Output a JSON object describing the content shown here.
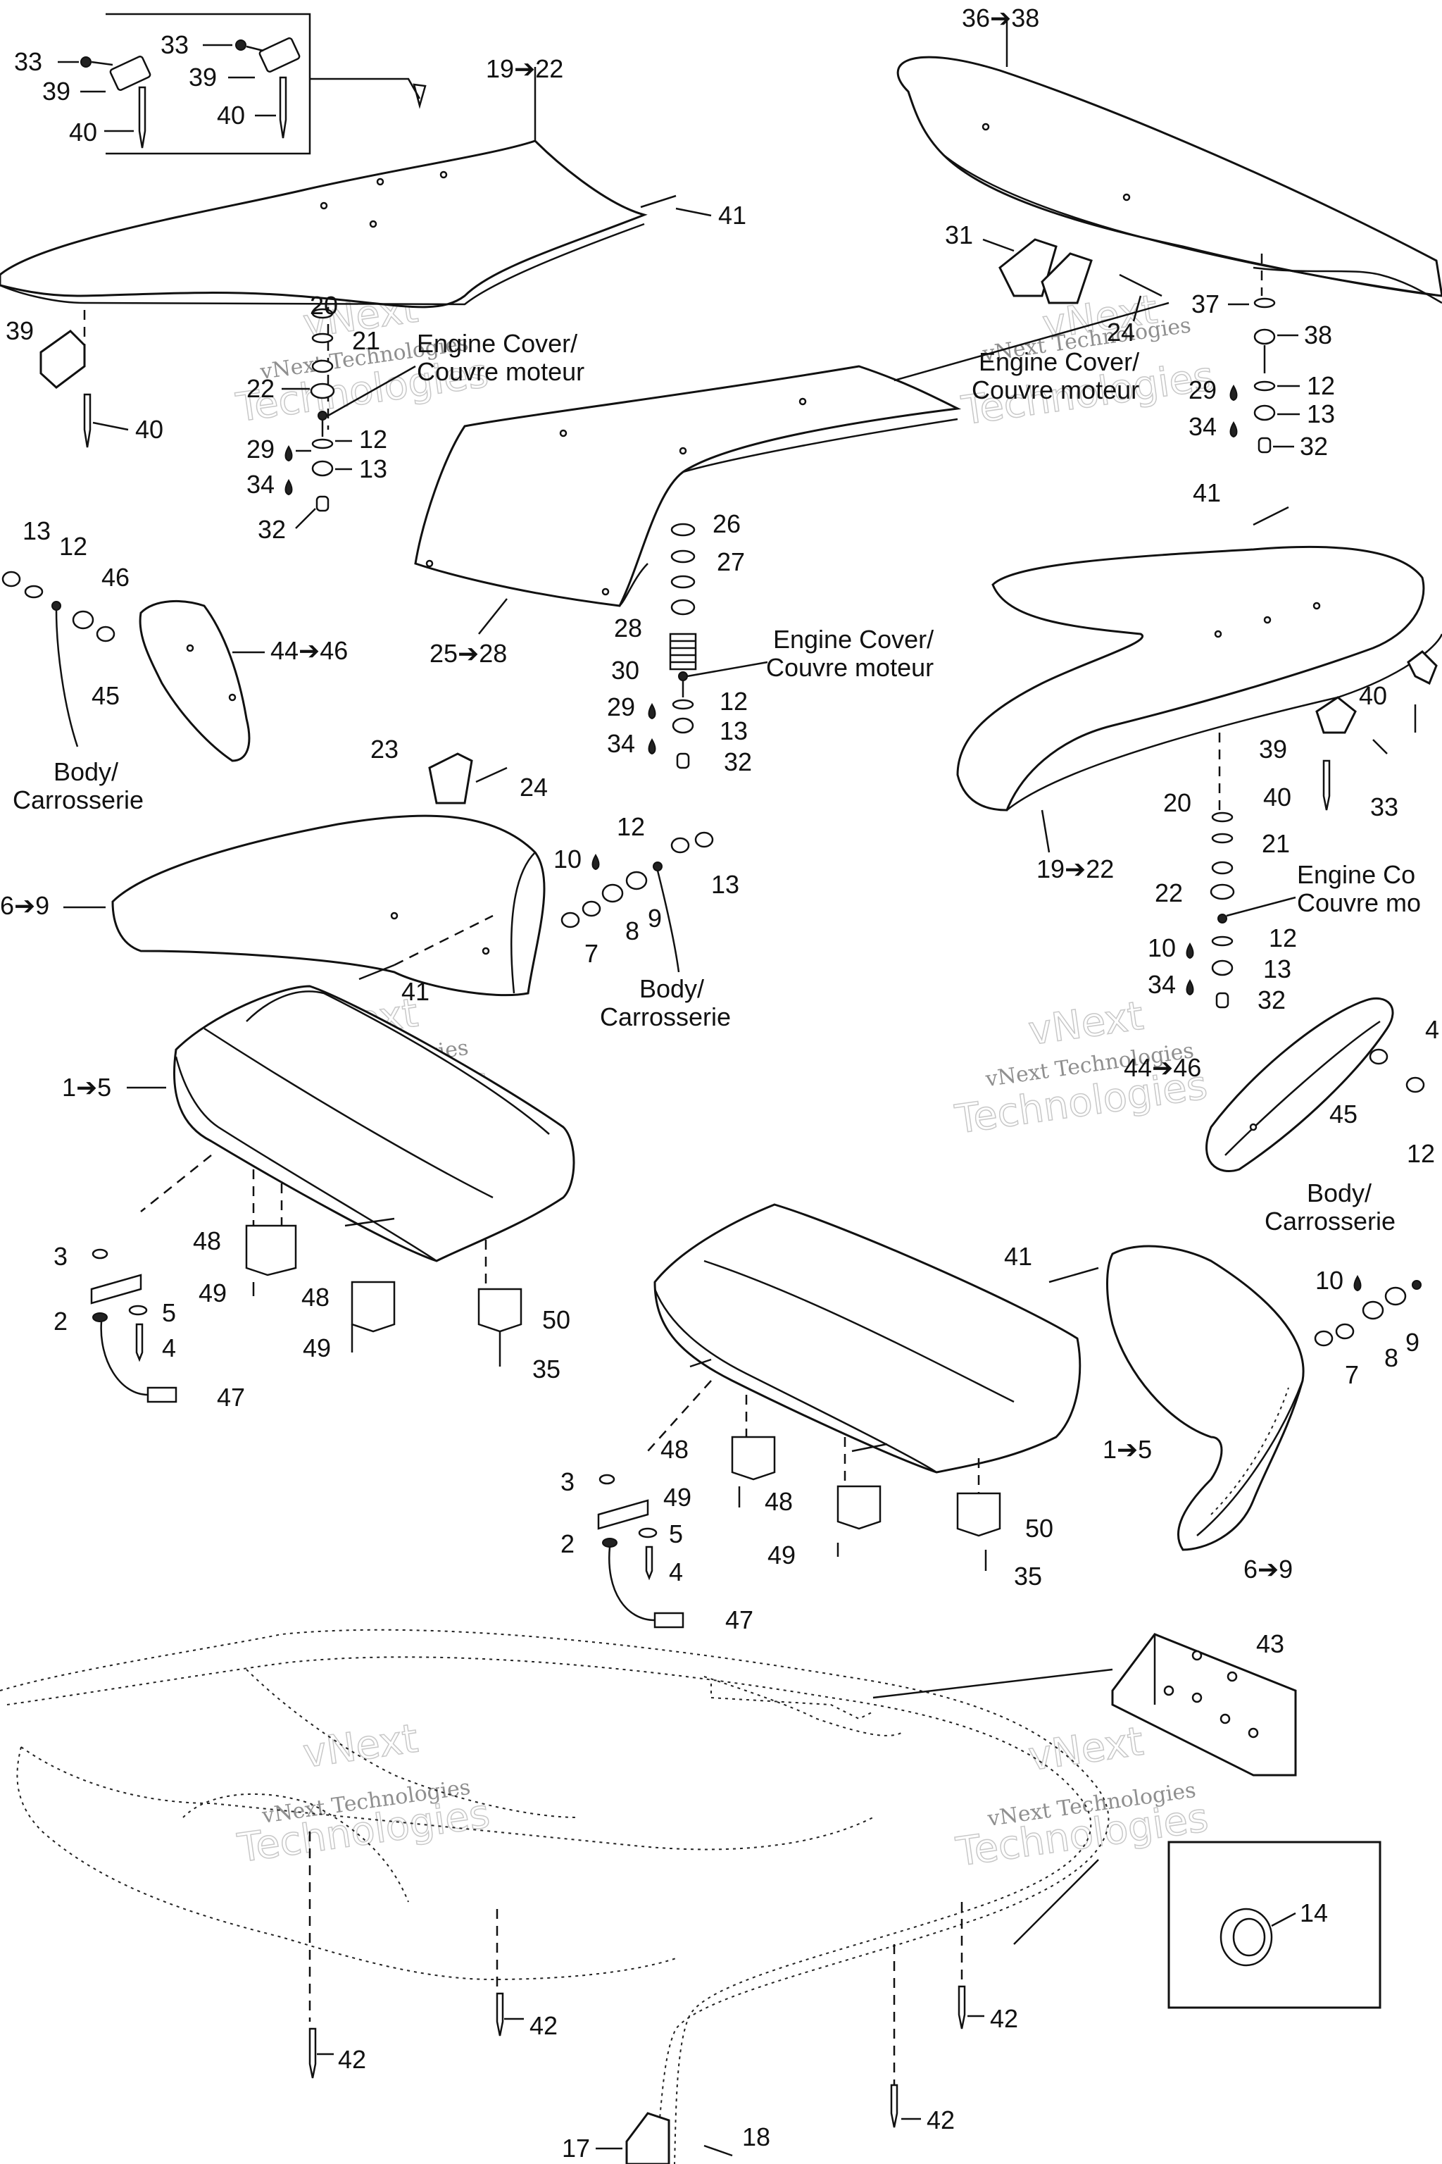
{
  "labels": {
    "l_33a": "33",
    "l_39a": "39",
    "l_40a": "40",
    "l_33b": "33",
    "l_39b": "39",
    "l_40b": "40",
    "l_19_22a": "19➔22",
    "l_41a": "41",
    "l_20a": "20",
    "l_21a": "21",
    "l_22a": "22",
    "l_12a": "12",
    "l_29a": "29",
    "l_13a": "13",
    "l_34a": "34",
    "l_32a": "32",
    "l_39c": "39",
    "l_40c": "40",
    "l_36_38": "36➔38",
    "l_31": "31",
    "l_24a": "24",
    "l_37": "37",
    "l_38": "38",
    "l_29b": "29",
    "l_12b": "12",
    "l_34b": "34",
    "l_13b": "13",
    "l_32b": "32",
    "l_13c": "13",
    "l_12c": "12",
    "l_46a": "46",
    "l_44_46a": "44➔46",
    "l_45a": "45",
    "l_26": "26",
    "l_27": "27",
    "l_28": "28",
    "l_30": "30",
    "l_29c": "29",
    "l_12d": "12",
    "l_13d": "13",
    "l_34c": "34",
    "l_32c": "32",
    "l_25_28": "25➔28",
    "l_41b": "41",
    "l_40d": "40",
    "l_39d": "39",
    "l_40e": "40",
    "l_33c": "33",
    "l_23": "23",
    "l_24b": "24",
    "l_6_9a": "6➔9",
    "l_41c": "41",
    "l_12e": "12",
    "l_10a": "10",
    "l_13e": "13",
    "l_7a": "7",
    "l_8a": "8",
    "l_9a": "9",
    "l_20b": "20",
    "l_21b": "21",
    "l_22b": "22",
    "l_12f": "12",
    "l_10b": "10",
    "l_13f": "13",
    "l_34d": "34",
    "l_32d": "32",
    "l_19_22b": "19➔22",
    "l_1_5a": "1➔5",
    "l_4x": "4",
    "l_44_46b": "44➔46",
    "l_45b": "45",
    "l_12g": "12",
    "l_3a": "3",
    "l_48a": "48",
    "l_2a": "2",
    "l_5a": "5",
    "l_49a": "49",
    "l_48b": "48",
    "l_4a": "4",
    "l_49b": "49",
    "l_50a": "50",
    "l_35a": "35",
    "l_47a": "47",
    "l_41d": "41",
    "l_10c": "10",
    "l_9b": "9",
    "l_8b": "8",
    "l_7b": "7",
    "l_1_5b": "1➔5",
    "l_48c": "48",
    "l_3b": "3",
    "l_49c": "49",
    "l_48d": "48",
    "l_50b": "50",
    "l_5b": "5",
    "l_2b": "2",
    "l_49d": "49",
    "l_4b": "4",
    "l_35b": "35",
    "l_6_9b": "6➔9",
    "l_47b": "47",
    "l_43": "43",
    "l_14": "14",
    "l_42a": "42",
    "l_42b": "42",
    "l_42c": "42",
    "l_42d": "42",
    "l_17": "17",
    "l_18": "18"
  },
  "notes": {
    "engine_cover_1a": "Engine Cover/",
    "engine_cover_1b": "Couvre moteur",
    "engine_cover_2a": "Engine Cover/",
    "engine_cover_2b": "Couvre moteur",
    "engine_cover_3a": "Engine Cover/",
    "engine_cover_3b": "Couvre moteur",
    "engine_cover_4a": "Engine Co",
    "engine_cover_4b": "Couvre mo",
    "body_1a": "Body/",
    "body_1b": "Carrosserie",
    "body_2a": "Body/",
    "body_2b": "Carrosserie",
    "body_3a": "Body/",
    "body_3b": "Carrosserie"
  },
  "watermark": {
    "line1": "vNext",
    "line2": "vNext Technologies",
    "line3": "Technologies"
  }
}
